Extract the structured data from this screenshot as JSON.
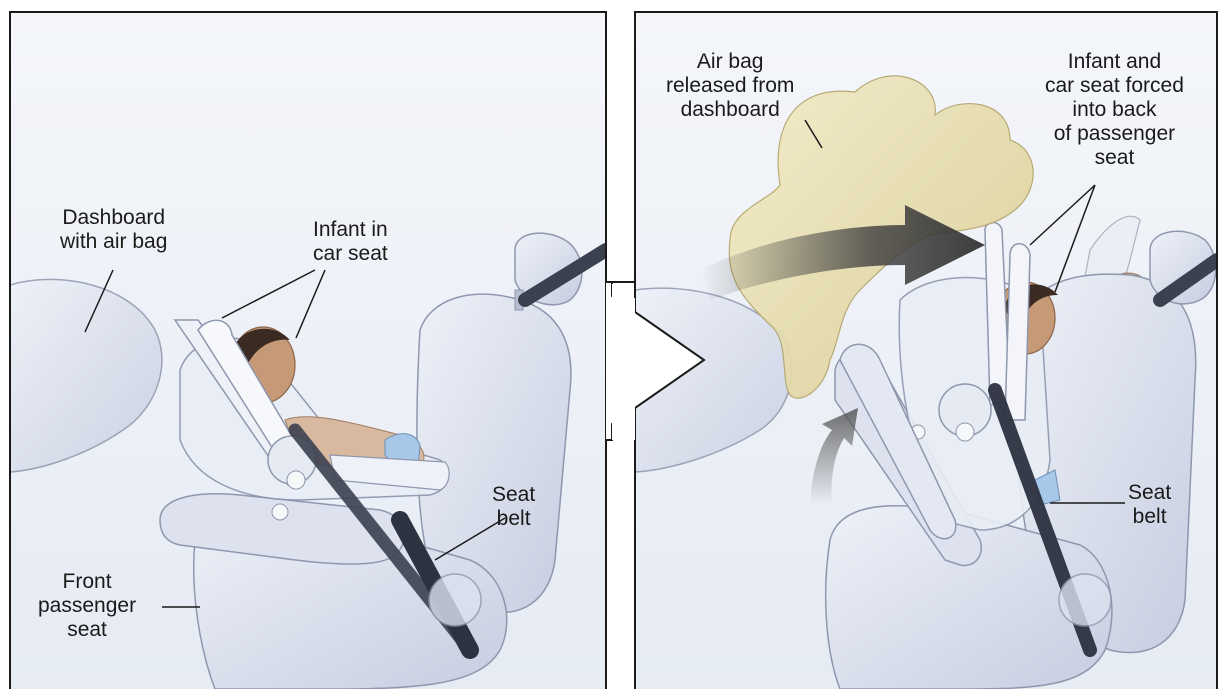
{
  "left_panel": {
    "labels": {
      "dashboard": [
        "Dashboard",
        "with air bag"
      ],
      "infant": [
        "Infant in",
        "car seat"
      ],
      "seat_belt": [
        "Seat",
        "belt"
      ],
      "passenger_seat": [
        "Front",
        "passenger",
        "seat"
      ]
    }
  },
  "right_panel": {
    "labels": {
      "air_bag": [
        "Air bag",
        "released from",
        "dashboard"
      ],
      "infant_forced": [
        "Infant and",
        "car seat forced",
        "into back",
        "of passenger",
        "seat"
      ],
      "seat_belt": [
        "Seat",
        "belt"
      ]
    }
  },
  "colors": {
    "panel_bg": "#edf1f8",
    "seat": "#cfd6e6",
    "seat_edge": "#8e97ad",
    "airbag": "#e6dcae",
    "belt": "#3c4150",
    "skin": "#c79a77",
    "hair": "#3a2a22",
    "arrow": "#3f3f3f"
  }
}
